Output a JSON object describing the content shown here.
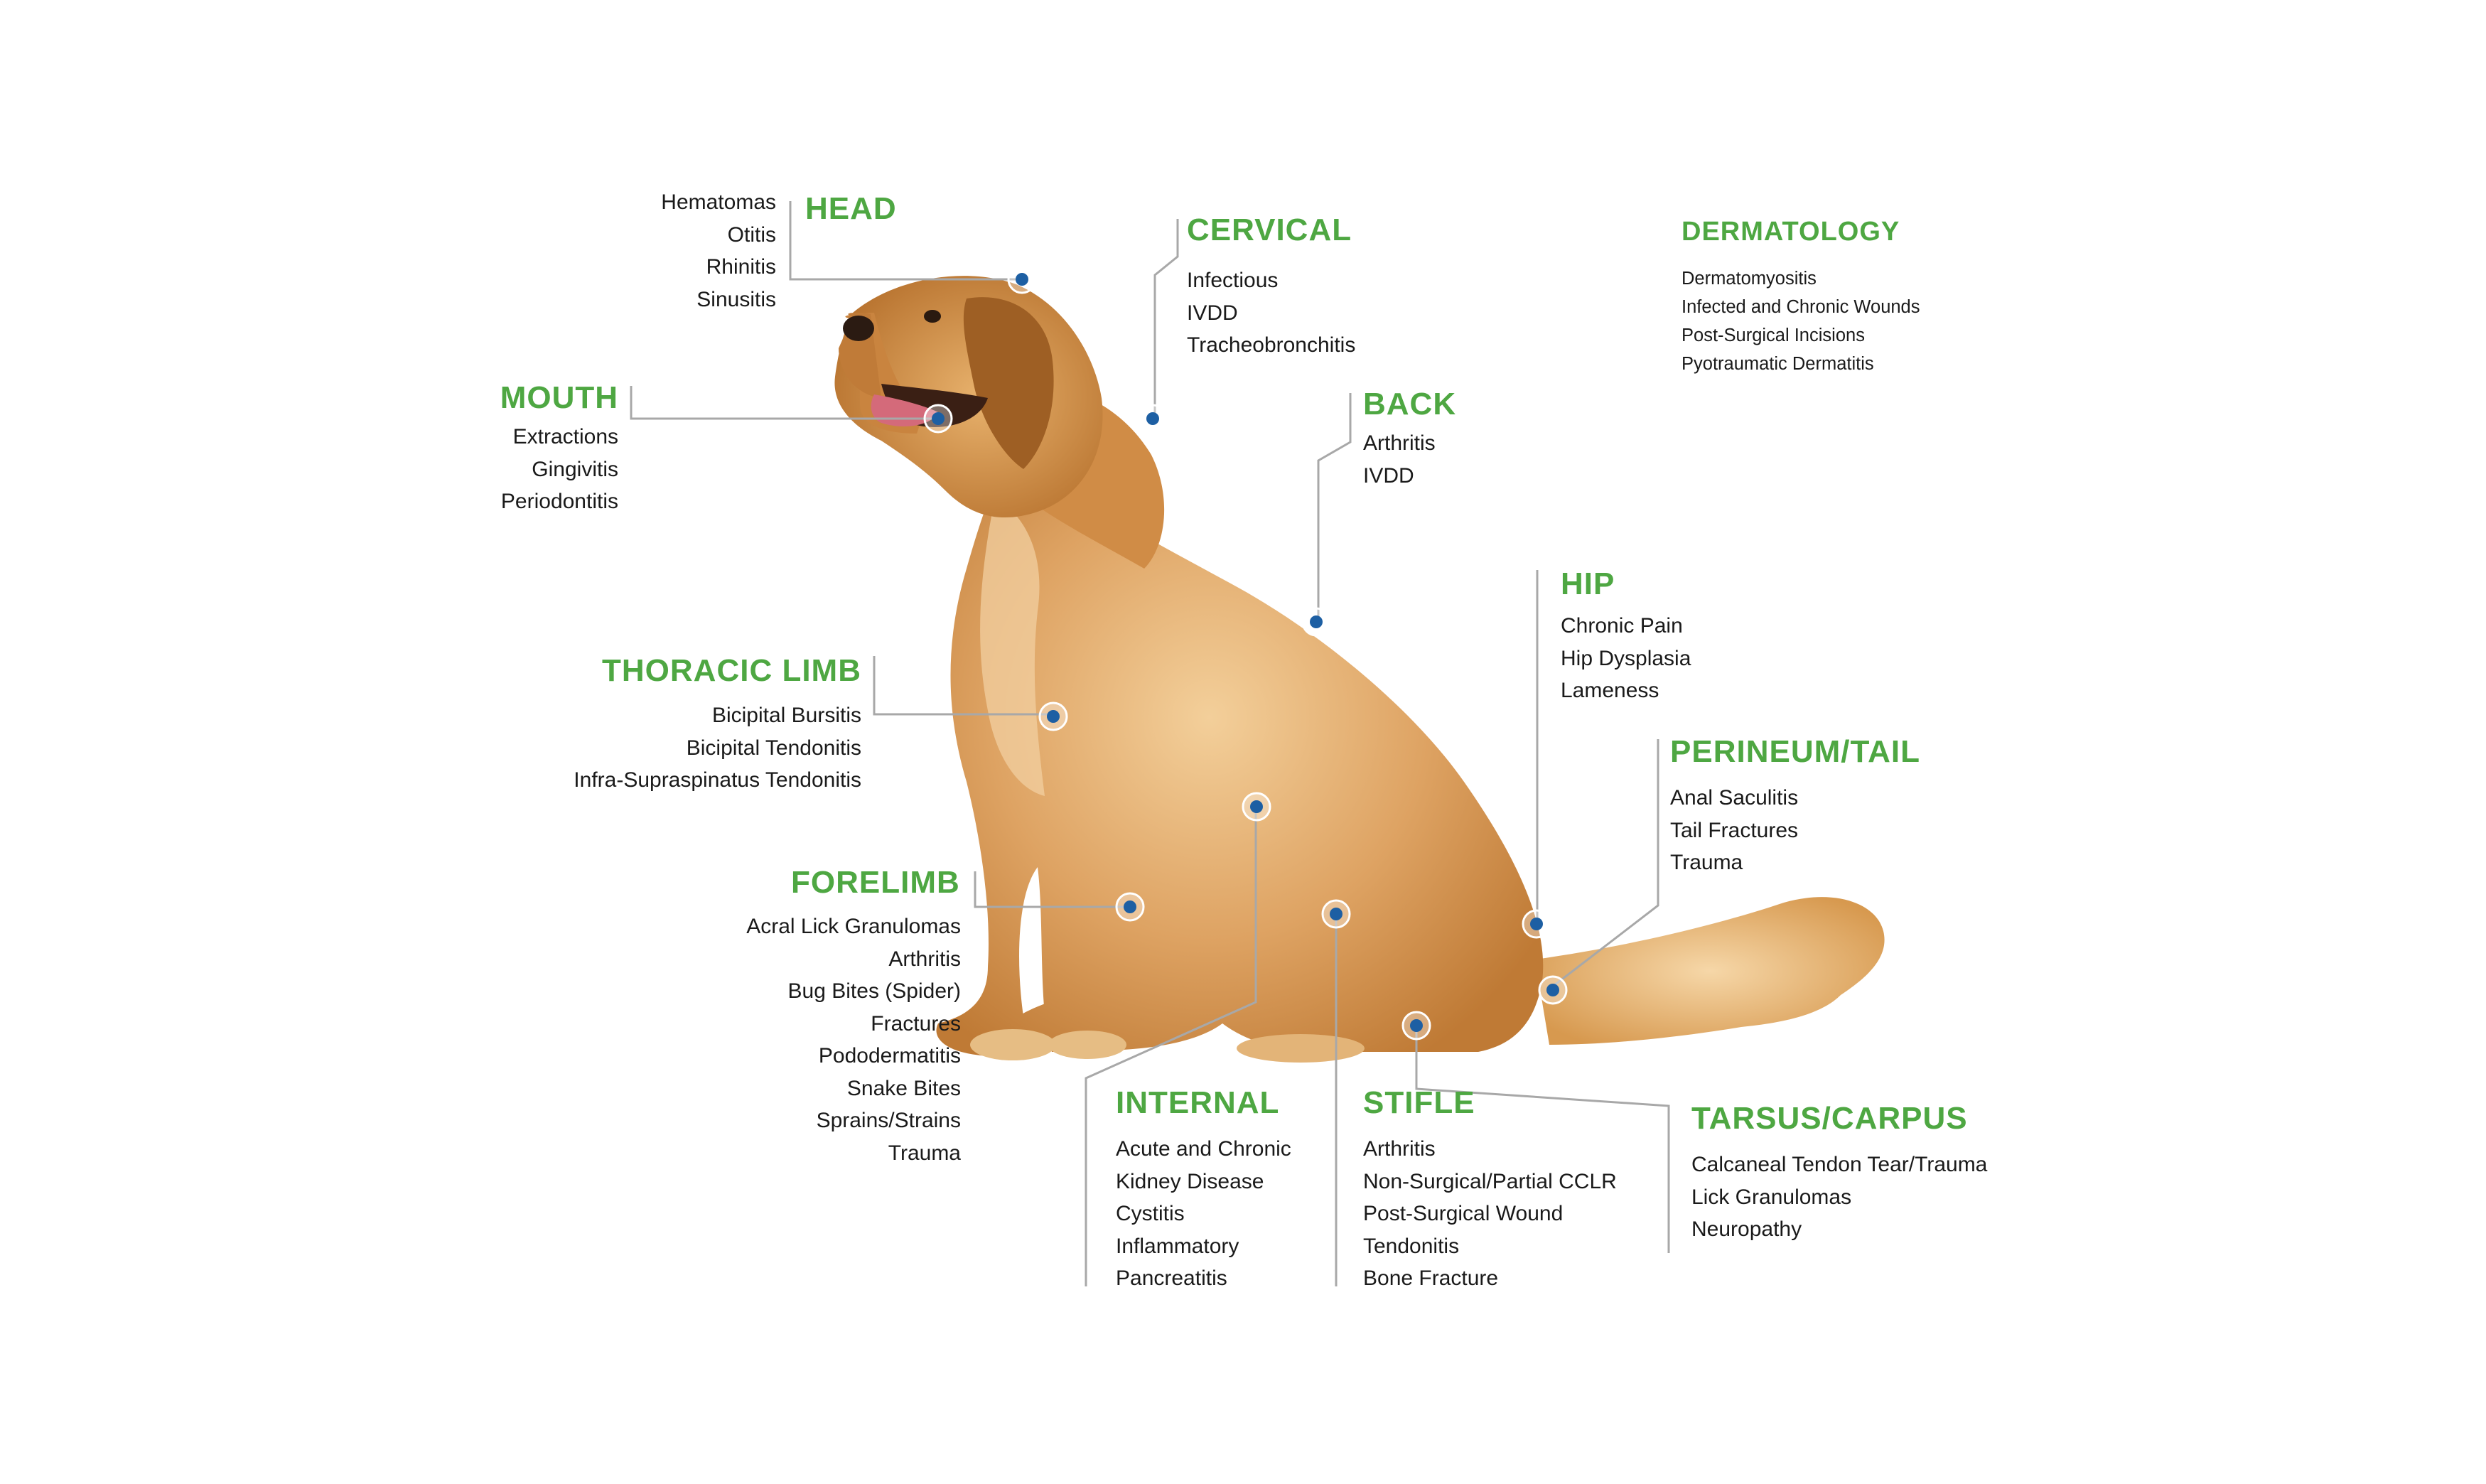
{
  "regions": {
    "head": {
      "title": "HEAD",
      "items": [
        "Hematomas",
        "Otitis",
        "Rhinitis",
        "Sinusitis"
      ]
    },
    "cervical": {
      "title": "CERVICAL",
      "items": [
        "Infectious",
        "IVDD",
        "Tracheobronchitis"
      ]
    },
    "dermatology": {
      "title": "DERMATOLOGY",
      "items": [
        "Dermatomyositis",
        "Infected and Chronic Wounds",
        "Post-Surgical Incisions",
        "Pyotraumatic Dermatitis"
      ]
    },
    "mouth": {
      "title": "MOUTH",
      "items": [
        "Extractions",
        "Gingivitis",
        "Periodontitis"
      ]
    },
    "back": {
      "title": "BACK",
      "items": [
        "Arthritis",
        "IVDD"
      ]
    },
    "hip": {
      "title": "HIP",
      "items": [
        "Chronic Pain",
        "Hip Dysplasia",
        "Lameness"
      ]
    },
    "thoracic_limb": {
      "title": "THORACIC LIMB",
      "items": [
        "Bicipital Bursitis",
        "Bicipital Tendonitis",
        "Infra-Supraspinatus Tendonitis"
      ]
    },
    "perineum_tail": {
      "title": "PERINEUM/TAIL",
      "items": [
        "Anal Saculitis",
        "Tail Fractures",
        "Trauma"
      ]
    },
    "forelimb": {
      "title": "FORELIMB",
      "items": [
        "Acral Lick Granulomas",
        "Arthritis",
        "Bug Bites (Spider)",
        "Fractures",
        "Pododermatitis",
        "Snake Bites",
        "Sprains/Strains",
        "Trauma"
      ]
    },
    "internal": {
      "title": "INTERNAL",
      "items": [
        "Acute and Chronic",
        "Kidney Disease",
        "Cystitis",
        "Inflammatory",
        "Pancreatitis"
      ]
    },
    "stifle": {
      "title": "STIFLE",
      "items": [
        "Arthritis",
        "Non-Surgical/Partial CCLR",
        "Post-Surgical Wound",
        "Tendonitis",
        "Bone Fracture"
      ]
    },
    "tarsus_carpus": {
      "title": "TARSUS/CARPUS",
      "items": [
        "Calcaneal Tendon Tear/Trauma",
        "Lick Granulomas",
        "Neuropathy"
      ]
    }
  },
  "colors": {
    "title_green": "#4ea742",
    "marker_blue": "#1d5fa3",
    "leader_gray": "#a8a8a8",
    "text": "#1a1a1a",
    "fur": "#d89a55"
  },
  "illustration": {
    "subject": "golden retriever, seated, facing left"
  }
}
